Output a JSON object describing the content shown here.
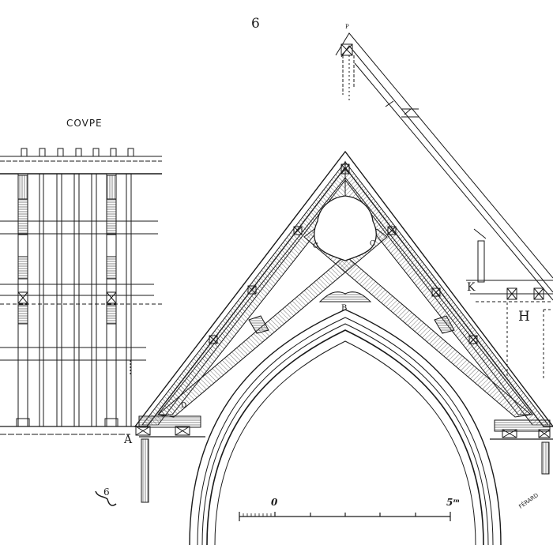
{
  "figure": {
    "number": "6",
    "section_title": "COVPE",
    "type": "Engraved architectural drawing of a timber roof truss over a pointed (gothic) arch, with side section and rafter detail"
  },
  "labels": {
    "A": "A",
    "B": "B",
    "C_left": "C",
    "C_right": "C",
    "D": "D",
    "K": "K",
    "H": "H",
    "P": "P"
  },
  "scale_bar": {
    "start_label": "0",
    "end_label": "5ᵐ",
    "unit": "m",
    "major_ticks": 5,
    "minor_ticks_left": 10
  },
  "signature": "FÉRARD",
  "fig_mark": "6",
  "colors": {
    "ink": "#1a1a1a",
    "paper": "#ffffff",
    "wood_hatch": "#555555"
  }
}
